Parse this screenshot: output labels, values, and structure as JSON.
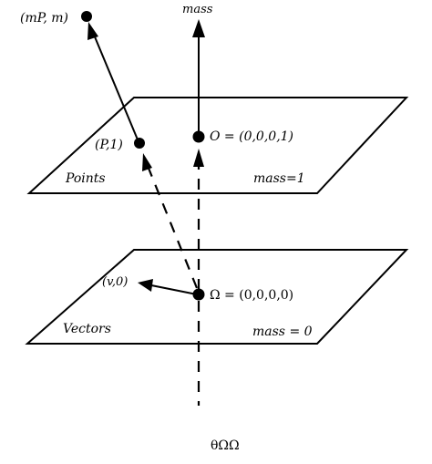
{
  "labels": {
    "mass_axis": "mass",
    "mP_m": "(mP, m)",
    "P_1": "(P,1)",
    "origin_point": "O = (0,0,0,1)",
    "points_plane": "Points",
    "mass_1": "mass=1",
    "v_0": "(v,0)",
    "omega_vector": "Ω = (0,0,0,0)",
    "vectors_plane": "Vectors",
    "mass_0": "mass = 0",
    "caption": "θΩΩ"
  }
}
